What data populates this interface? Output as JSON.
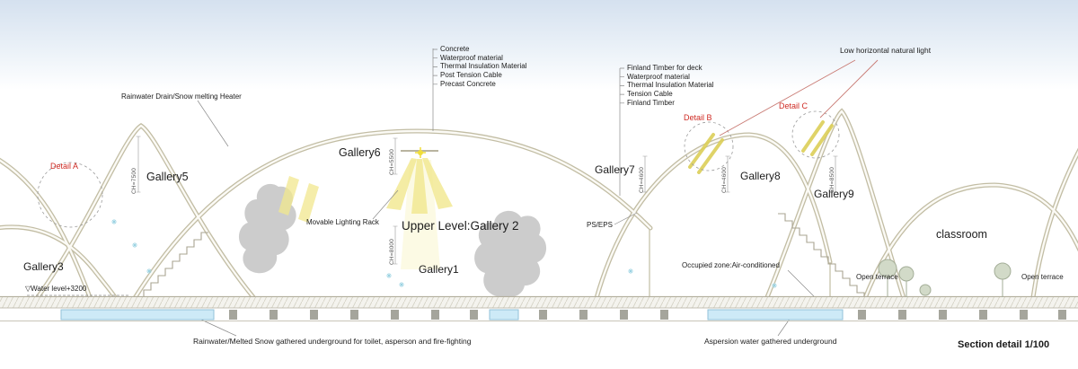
{
  "rooms": {
    "gallery3": "Gallery3",
    "gallery5": "Gallery5",
    "gallery6": "Gallery6",
    "gallery7": "Gallery7",
    "gallery8": "Gallery8",
    "gallery9": "Gallery9",
    "upper_level": "Upper Level:Gallery 2",
    "gallery1": "Gallery1",
    "classroom": "classroom"
  },
  "details": {
    "a": "Detail A",
    "b": "Detail B",
    "c": "Detail C"
  },
  "roof_layers_left": {
    "items": [
      "Concrete",
      "Waterproof material",
      "Thermal Insulation Material",
      "Post Tension Cable",
      "Precast Concrete"
    ]
  },
  "roof_layers_right": {
    "items": [
      "Finland Timber for deck",
      "Waterproof material",
      "Thermal Insulation Material",
      "Tension Cable",
      "Finland Timber"
    ]
  },
  "annotations": {
    "rain_drain": "Rainwater Drain/Snow melting Heater",
    "low_light": "Low horizontal natural light",
    "movable_rack": "Movable Lighting Rack",
    "ps_eps": "PS/EPS",
    "occupied_zone": "Occupied zone:Air-conditioned",
    "water_level": "▽Water level+3200",
    "open_terrace_left": "Open terrace",
    "open_terrace_right": "Open terrace",
    "underground_left": "Rainwater/Melted Snow gathered underground for toilet, asperson and fire-fighting",
    "underground_right": "Aspersion water gathered underground"
  },
  "dims": {
    "ch7500": "CH=7500",
    "ch5500": "CH=5500",
    "ch8000": "CH=8000",
    "ch4600_a": "CH=4600",
    "ch4600_b": "CH=4600",
    "ch8500": "CH=8500"
  },
  "footer": {
    "section_detail": "Section detail 1/100"
  },
  "colors": {
    "detail_red": "#cf2b24",
    "highlight_yellow": "#f2e88e",
    "water_blue": "#cdeaf7",
    "sky_blue": "#d5e1ef",
    "roof_line": "#c2bda4"
  }
}
